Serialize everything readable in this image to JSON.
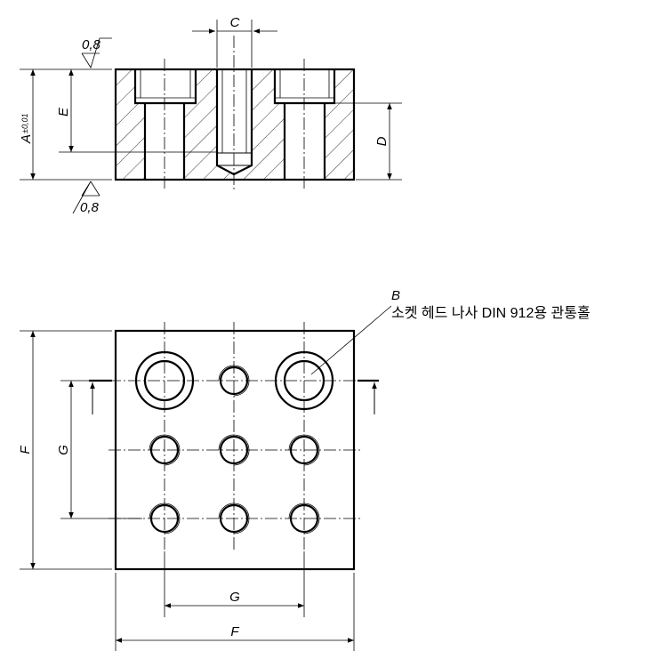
{
  "labels": {
    "A": "A",
    "A_tol": "±0,01",
    "C": "C",
    "D": "D",
    "E": "E",
    "F": "F",
    "G": "G",
    "B": "B"
  },
  "surface_finish": {
    "top": "0,8",
    "bottom": "0,8"
  },
  "callout": {
    "text": "소켓 헤드 나사 DIN 912용 관통홀"
  }
}
